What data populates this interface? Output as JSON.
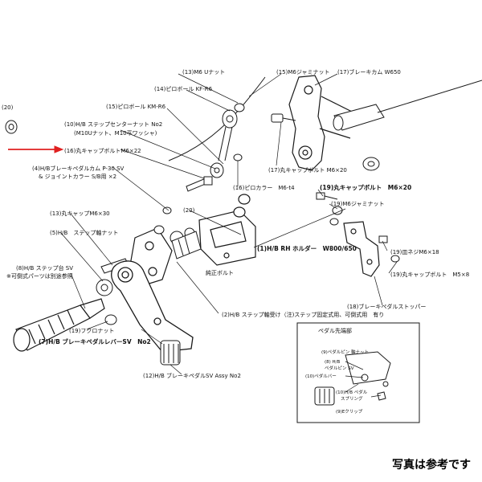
{
  "labels": {
    "l20_top": "(20)",
    "l13_top": "(13)M6 Uナット",
    "l14": "(14)ピロボール KF-R6",
    "l15_top": "(15)M6ジャミナット",
    "l17_cam": "(17)ブレーキカム W650",
    "l15_pillow": "(15)ピロボール KM-R6",
    "l_stepnut": "(10)H/B ステップセンターナット No2",
    "l_stepnut2": "(M10Uナット、M10平ワッシャ)",
    "l16_bolt": "(16)丸キャップボルトM6×22",
    "l17_bolt": "(17)丸キャップボルト M6×20",
    "l4_arm": "(4)H/Bブレーキペダルカム P-30 SV",
    "l4_arm2": "& ジョイントカラー S/B用 ×2",
    "l16_collar": "(16)ピロカラー　M6-t4",
    "l19_bolt": "(19)丸キャップボルト　M6×20",
    "l13_cap": "(13)丸キャップM6×30",
    "l20_mid": "(20)",
    "l19_jam": "(19)M6ジャミナット",
    "l5": "(5)H/B　ステップ軸ナット",
    "l_hozon": "純正ボルト",
    "l1": "(1)H/B RH ホルダー　W800/650",
    "l19_screw": "(19)皿ネジM6×18",
    "l8": "(8)H/B ステップ台 SV",
    "l8_note": "※可倒式パーツは別途参照",
    "l19_cap5": "(19)丸キャップボルト　M5×8",
    "l18": "(18)ブレーキペダルストッパー",
    "l2": "(2)H/B ステップ軸受け（注)ステップ固定式用、可倒式用　有り",
    "l19_flange": "(19)フクロナット",
    "l7": "(7)H/B ブレーキペダルレバーSV　No2",
    "l12": "(12)H/B ブレーキペダルSV Assy No2",
    "inset_title": "ペダル先端部",
    "inset_a": "(9)ペダルピン 軸ナット",
    "inset_b": "(8) H/B",
    "inset_b2": "ペダルピン SV",
    "inset_c": "(10)ペダルバー",
    "inset_d": "(10)H/B ペダル",
    "inset_d2": "スプリング",
    "inset_e": "(9)Eクリップ",
    "footer": "写真は参考です"
  },
  "colors": {
    "line": "#1a1a1a",
    "arrow": "#e02020",
    "background": "#ffffff"
  }
}
